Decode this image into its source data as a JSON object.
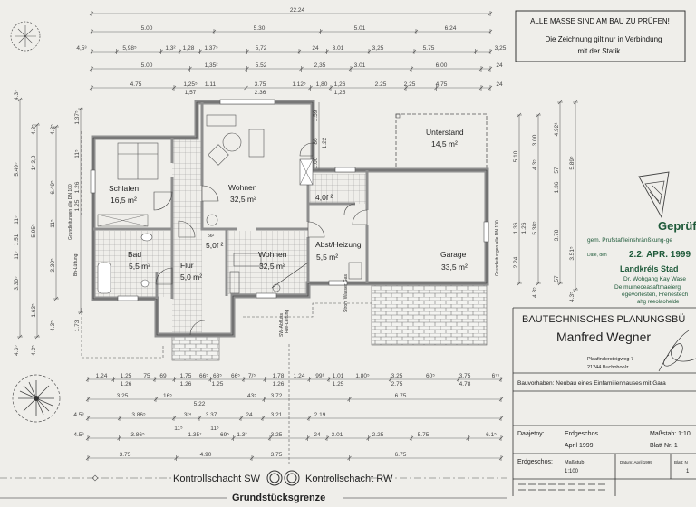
{
  "notice": {
    "line1": "ALLE MASSE SIND AM BAU ZU PRÜFEN!",
    "line2": "Die Zeichnung gilt nur in Verbindung",
    "line3": "mit der Statik."
  },
  "dimensions": {
    "top": [
      [
        "22.24"
      ],
      [
        "5.00",
        "5.30",
        "5.01",
        "6.24"
      ],
      [
        "4,5³",
        "5,98⁵",
        "1,3²",
        "1,28",
        "1,37⁵",
        "5,72",
        "24",
        "3.01",
        "3,25",
        "5.75",
        "3,25"
      ],
      [
        "5.00",
        "1,35²",
        "5.52",
        "2,35",
        "3.01",
        "6.00",
        "24"
      ],
      [
        "4.75",
        "1,25⁵",
        "1,57",
        "1.11",
        "3.75",
        "2.36",
        "1.12⁵",
        "1,80",
        "1,26",
        "1,25",
        "2.25",
        "2.25",
        "4.75",
        "24"
      ]
    ],
    "bottom": [
      [
        "1.24",
        "1.25",
        "1.26",
        "75",
        "69",
        "1.75",
        "1.26",
        "66⁵",
        "68⁵",
        "1.25",
        "66⁵",
        "7/⁵",
        "1.78",
        "1.26",
        "1.24",
        "99¹",
        "1.01",
        "1.25",
        "1.80⁵",
        "3.25",
        "2.75",
        "60⁵",
        "3.75",
        "4.78",
        "6⁷⁵"
      ],
      [
        "3.25",
        "16⁵",
        "5.22",
        "43⁵",
        "3.72",
        "6.75"
      ],
      [
        "4.5³",
        "3.86⁵",
        "3²⁴",
        "3.37",
        "24",
        "3.21",
        "2.19"
      ],
      [
        "4.5³",
        "3.86⁵",
        "11⁵",
        "1.35⁷",
        "11⁵",
        "69⁵",
        "1.3²",
        "3.25",
        "24",
        "3.01",
        "2.25",
        "5.75",
        "6.1⁵"
      ],
      [
        "3.75",
        "4.90",
        "3.75",
        "6.75"
      ]
    ],
    "left": [
      [
        "4.3⁵",
        "5.49⁵",
        "11⁵",
        "1.51",
        "11⁵",
        "3.30⁵",
        "4.3⁵"
      ],
      [
        "4.3⁵",
        "1⁷ 3,0",
        "5.95⁵",
        "1.63⁵",
        "4.3⁵"
      ],
      [
        "4.3⁵",
        "6.49⁵",
        "11⁵",
        "3.30⁵",
        "4.3⁵"
      ],
      [
        "1.37⁵",
        "11⁵",
        "1.26",
        "1.25",
        "1.73"
      ]
    ],
    "right": [
      [
        "5.10",
        "1.36",
        "1.26",
        "2.24"
      ],
      [
        "3.00",
        "4.3⁵",
        "5.38⁵",
        "4.3⁵"
      ],
      [
        "4.92¹",
        "57",
        "1.36",
        "3.78",
        "57"
      ],
      [
        "5.89⁵",
        "3.51⁵",
        "4.3⁵"
      ]
    ],
    "inner": [
      "1.59",
      "86",
      "1.22",
      "1.00"
    ]
  },
  "rooms": [
    {
      "name": "Schlafen",
      "area": "16,5 m²"
    },
    {
      "name": "Wohnen",
      "area": "32,5 m²"
    },
    {
      "name": "Bad",
      "area": "5,5 m²"
    },
    {
      "name": "Flur",
      "area": "5,0 m²"
    },
    {
      "name": "",
      "area": "5,0f ²"
    },
    {
      "name": "Wohnen",
      "area": "32,5 m²"
    },
    {
      "name": "Abst/Heizung",
      "area": "5,5 m²"
    },
    {
      "name": "Garage",
      "area": "33,5 m²"
    },
    {
      "name": "Unterstand",
      "area": "14,5 m²"
    },
    {
      "name": "",
      "area": "4,0f ²"
    }
  ],
  "annotations": {
    "drain_left": "Grundleitungen alle DN 100",
    "vent_left": "Bh-Lüftung",
    "drain_right": "Grundleitungen alle DN 100",
    "utilities": "Strom Wasser Gas",
    "sw_outflow": "SW-Abfluss",
    "rw_pipe": "RW-Leitung",
    "stair_mark": "56²"
  },
  "stamp": {
    "title": "Geprüft",
    "line1": "gem. Prufstaflleinshränßkung-ge",
    "date_label": "Dafe, den",
    "date": "2.2. APR. 1999",
    "authority": "Landkréls Stad",
    "person": "Dr. Wohgang Kay Wase",
    "line2": "De murneceasaftmaeierg",
    "line3": "egevorlesten, Frenestech",
    "line4": "ahg reeolaohelde",
    "color": "#1f5a3a"
  },
  "title_block": {
    "office": "BAUTECHNISCHES PLANUNGSBÜ",
    "name": "Manfred Wegner",
    "street": "Plaafindersteigweg 7",
    "city": "21244 Buchohoolz",
    "project": "Bauvorhaben:  Neubau eines Einfamilienhauses mit Gara",
    "drawing_label": "Daajetny:",
    "drawing": "Erdgeschos",
    "drawing_date": "April 1999",
    "scale": "Maßstab: 1:10",
    "sheet": "Blatt  Nr. 1",
    "floor_label": "Erdgeschos:",
    "scale_label": "Maßstub",
    "scale_value": "1:100",
    "date_cell": "Datum: April 1999",
    "sheet_label": "Blatt: N",
    "sheet_value": "1"
  },
  "site": {
    "manhole_sw": "Kontrollschacht SW",
    "manhole_rw": "Kontrollschacht RW",
    "boundary": "Grundstücksgrenze"
  }
}
